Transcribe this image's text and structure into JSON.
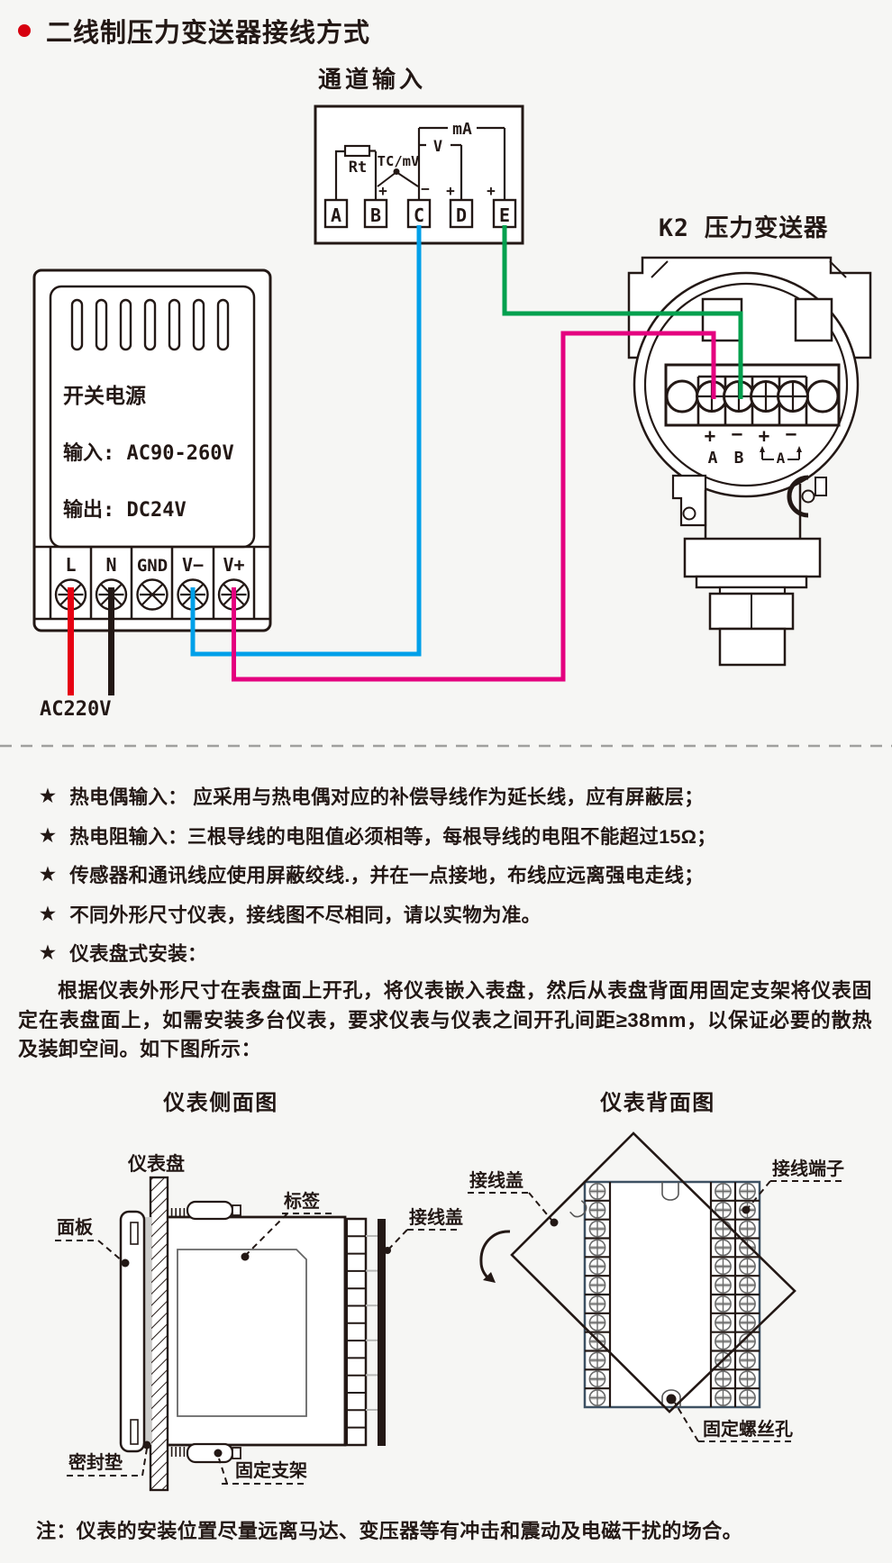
{
  "title": "二线制压力变送器接线方式",
  "channel": {
    "label": "通道输入",
    "terminals": [
      "A",
      "B",
      "C",
      "D",
      "E"
    ],
    "rt": "Rt",
    "tc_mv": "TC/mV",
    "v": "V",
    "ma": "mA",
    "signs": {
      "b": "+",
      "c": "−",
      "d": "+",
      "e": "+"
    }
  },
  "power": {
    "name": "开关电源",
    "input": "输入: AC90-260V",
    "output": "输出: DC24V",
    "terminals": [
      "L",
      "N",
      "GND",
      "V−",
      "V+"
    ],
    "mains": "AC220V"
  },
  "transmitter": {
    "title": "K2 压力变送器",
    "signs": [
      "+",
      "−",
      "+",
      "−"
    ],
    "term_a": "A",
    "term_b": "B",
    "loop": "A"
  },
  "notes": [
    {
      "star": "★",
      "text": "热电偶输入： 应采用与热电偶对应的补偿导线作为延长线，应有屏蔽层；"
    },
    {
      "star": "★",
      "text": "热电阻输入：三根导线的电阻值必须相等，每根导线的电阻不能超过15Ω；"
    },
    {
      "star": "★",
      "text": "传感器和通讯线应使用屏蔽绞线.，并在一点接地，布线应远离强电走线；"
    },
    {
      "star": "★",
      "text": "不同外形尺寸仪表，接线图不尽相同，请以实物为准。"
    },
    {
      "star": "★",
      "text": "仪表盘式安装："
    }
  ],
  "install_para": "根据仪表外形尺寸在表盘面上开孔，将仪表嵌入表盘，然后从表盘背面用固定支架将仪表固定在表盘面上，如需安装多台仪表，要求仪表与仪表之间开孔间距≥38mm，以保证必要的散热及装卸空间。如下图所示：",
  "side_view": {
    "title": "仪表侧面图",
    "panel_board": "仪表盘",
    "front_panel": "面板",
    "tag": "标签",
    "wiring_cover": "接线盖",
    "gasket": "密封垫",
    "bracket": "固定支架"
  },
  "back_view": {
    "title": "仪表背面图",
    "wiring_cover": "接线盖",
    "terminal": "接线端子",
    "screw_hole": "固定螺丝孔"
  },
  "footnote": "注：仪表的安装位置尽量远离马达、变压器等有冲击和震动及电磁干扰的场合。",
  "colors": {
    "wire_red": "#e60012",
    "wire_black": "#231815",
    "wire_blue": "#00a0e9",
    "wire_magenta": "#e4007f",
    "wire_green": "#00a04e",
    "bullet_red": "#d7000f",
    "back_panel_border": "#3d5163"
  }
}
